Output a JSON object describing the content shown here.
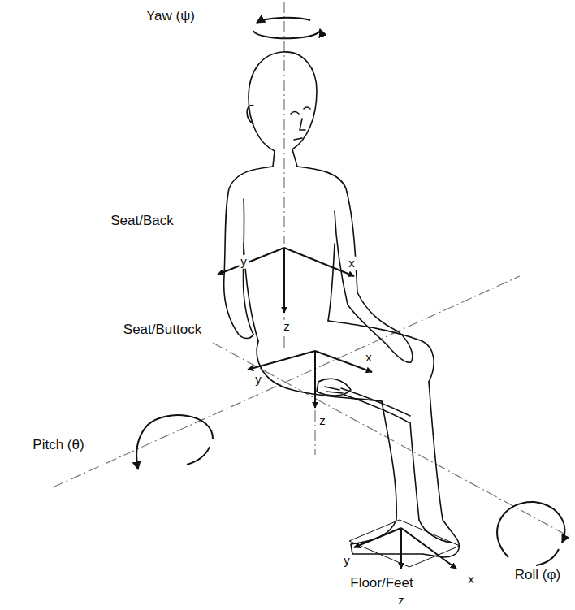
{
  "diagram": {
    "labels": [
      "Yaw (ψ)",
      "Seat/Back",
      "y",
      "x",
      "z",
      "Seat/Buttock",
      "y",
      "x",
      "z",
      "Pitch (θ)",
      "Roll (φ)",
      "y",
      "x",
      "z",
      "Floor/Feet"
    ]
  }
}
